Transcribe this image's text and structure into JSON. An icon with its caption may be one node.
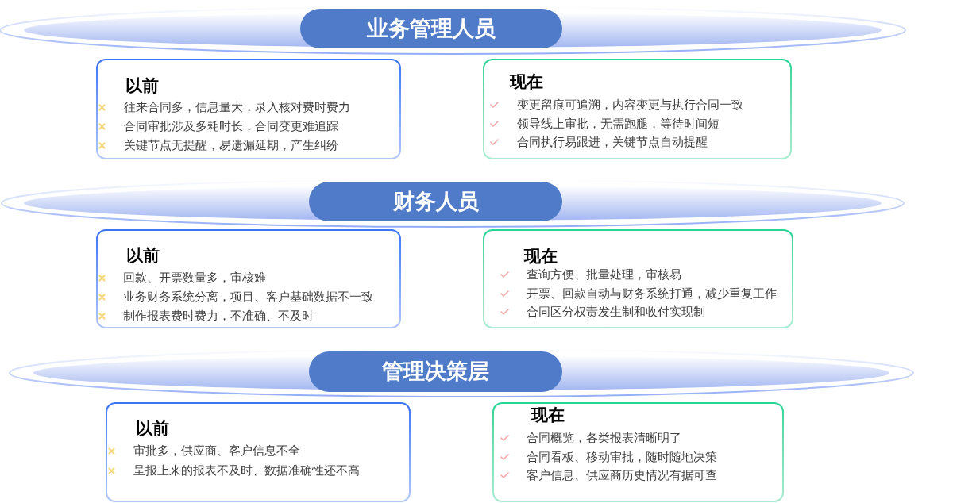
{
  "diagram": {
    "nodes": [
      {
        "text": [
          "业务管理人员"
        ]
      },
      {
        "text": [
          "以前",
          "往来合同多，信息量大，录入核对费时费力",
          "合同审批涉及多耗时长，合同变更难追踪",
          "关键节点无提醒，易遗漏延期，产生纠纷"
        ]
      },
      {
        "text": [
          "现在",
          "变更留痕可追溯，内容变更与执行合同一致",
          "领导线上审批，无需跑腿，等待时间短",
          "合同执行易跟进，关键节点自动提醒"
        ]
      },
      {
        "text": [
          "财务人员"
        ]
      },
      {
        "text": [
          "以前",
          "回款、开票数量多，审核难",
          "业务财务系统分离，项目、客户基础数据不一致",
          "制作报表费时费力，不准确、不及时"
        ]
      },
      {
        "text": [
          "现在",
          "查询方便、批量处理，审核易",
          "开票、回款自动与财务系统打通，减少重复工作",
          "合同区分权责发生制和收付实现制"
        ]
      },
      {
        "text": [
          "管理决策层"
        ]
      },
      {
        "text": [
          "以前",
          "审批多，供应商、客户信息不全",
          "呈报上来的报表不及时、数据准确性还不高"
        ]
      },
      {
        "text": [
          "现在",
          "合同概览，各类报表清晰明了",
          "合同看板、移动审批，随时随地决策",
          "客户信息、供应商历史情况有据可查"
        ]
      }
    ]
  }
}
